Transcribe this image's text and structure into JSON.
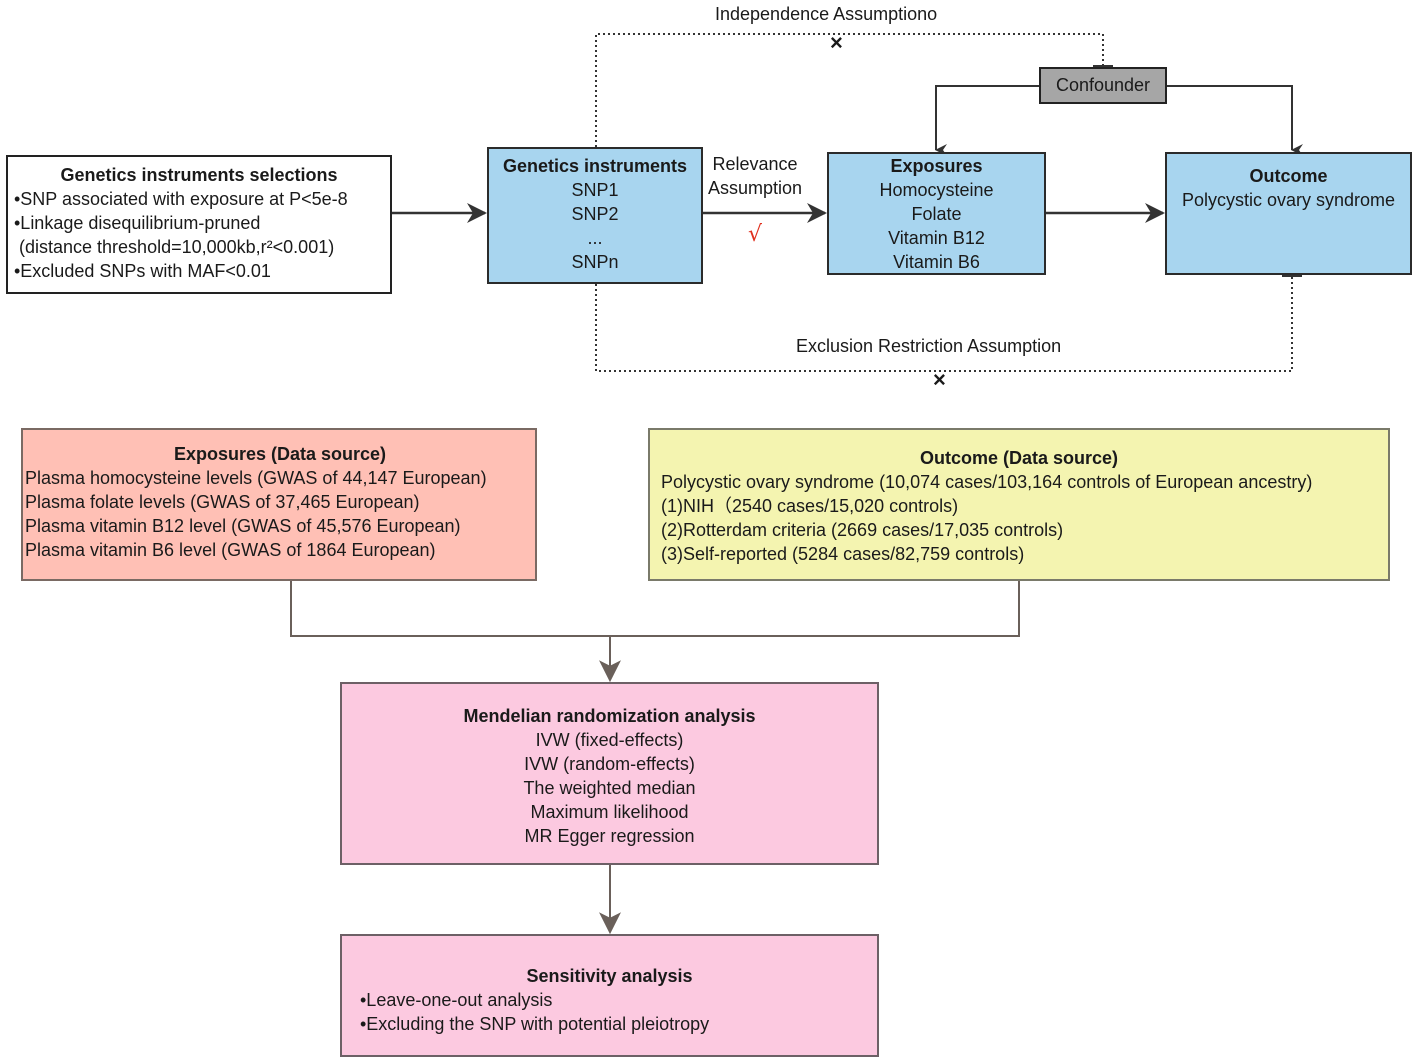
{
  "top_flow": {
    "instrument_selection": {
      "title": "Genetics instruments selections",
      "lines": [
        "•SNP associated with exposure at P<5e-8",
        "•Linkage disequilibrium-pruned",
        " (distance threshold=10,000kb,r²<0.001)",
        "•Excluded SNPs with MAF<0.01"
      ]
    },
    "genetic_instruments": {
      "title": "Genetics instruments",
      "lines": [
        "SNP1",
        "SNP2",
        "...",
        "SNPn"
      ]
    },
    "relevance": {
      "lines": [
        "Relevance",
        "Assumption"
      ],
      "mark": "√"
    },
    "exposures": {
      "title": "Exposures",
      "lines": [
        "Homocysteine",
        "Folate",
        "Vitamin B12",
        "Vitamin B6"
      ]
    },
    "outcome": {
      "title": "Outcome",
      "lines": [
        "Polycystic ovary syndrome"
      ]
    },
    "confounder": "Confounder",
    "independence_label": "Independence Assumptiono",
    "exclusion_label": "Exclusion Restriction Assumption",
    "violation_mark": "×"
  },
  "data_sources": {
    "exposures": {
      "title": "Exposures (Data source)",
      "lines": [
        "Plasma homocysteine levels (GWAS of 44,147 European)",
        "Plasma folate levels (GWAS of 37,465 European)",
        "Plasma vitamin B12 level (GWAS of 45,576 European)",
        "Plasma vitamin B6 level (GWAS of 1864 European)"
      ]
    },
    "outcome": {
      "title": "Outcome (Data source)",
      "lines": [
        "Polycystic ovary syndrome (10,074 cases/103,164 controls of European ancestry)",
        "(1)NIH（2540 cases/15,020 controls)",
        "(2)Rotterdam criteria (2669 cases/17,035 controls)",
        "(3)Self-reported (5284 cases/82,759 controls)"
      ]
    }
  },
  "mr_analysis": {
    "title": "Mendelian randomization analysis",
    "lines": [
      "IVW (fixed-effects)",
      "IVW (random-effects)",
      "The weighted median",
      "Maximum likelihood",
      "MR Egger regression"
    ]
  },
  "sensitivity": {
    "title": "Sensitivity analysis",
    "lines": [
      "•Leave-one-out analysis",
      "•Excluding the SNP with potential pleiotropy"
    ]
  },
  "colors": {
    "blue_box": "#a8d5ef",
    "confounder_box": "#a6a6a6",
    "exposure_source": "#ffc0b5",
    "outcome_source": "#f4f4b0",
    "analysis_box": "#fcc9e0",
    "check_mark": "#e0301e"
  }
}
